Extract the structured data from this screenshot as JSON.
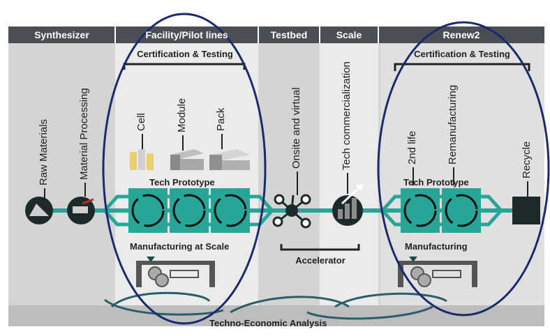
{
  "headers": {
    "synthesizer": "Synthesizer",
    "facility": "Facility/Pilot lines",
    "testbed": "Testbed",
    "scale": "Scale",
    "renew2": "Renew2"
  },
  "brackets": {
    "left_cert": "Certification & Testing",
    "right_cert": "Certification & Testing",
    "accelerator": "Accelerator"
  },
  "stages": {
    "raw_materials": "Raw Materials",
    "material_processing": "Material Processing",
    "cell": "Cell",
    "module": "Module",
    "pack": "Pack",
    "onsite_virtual": "Onsite and virtual",
    "tech_commercialization": "Tech commercialization",
    "second_life": "2nd life",
    "remanufacturing": "Remanufacturing",
    "recycle": "Recycle"
  },
  "labels": {
    "tech_prototype_left": "Tech Prototype",
    "tech_prototype_right": "Tech Prototype",
    "manufacturing_scale": "Manufacturing at Scale",
    "manufacturing": "Manufacturing",
    "tea": "Techno-Economic Analysis"
  },
  "colors": {
    "header_bg": "#4a4f55",
    "teal": "#27a698",
    "dark_teal": "#1c4a46",
    "annotation_ellipse": "#1a2a6c",
    "light_panel": "#ebebeb",
    "gray_panel": "#d4d4d4",
    "bottom_bar": "#bdbdbd"
  }
}
